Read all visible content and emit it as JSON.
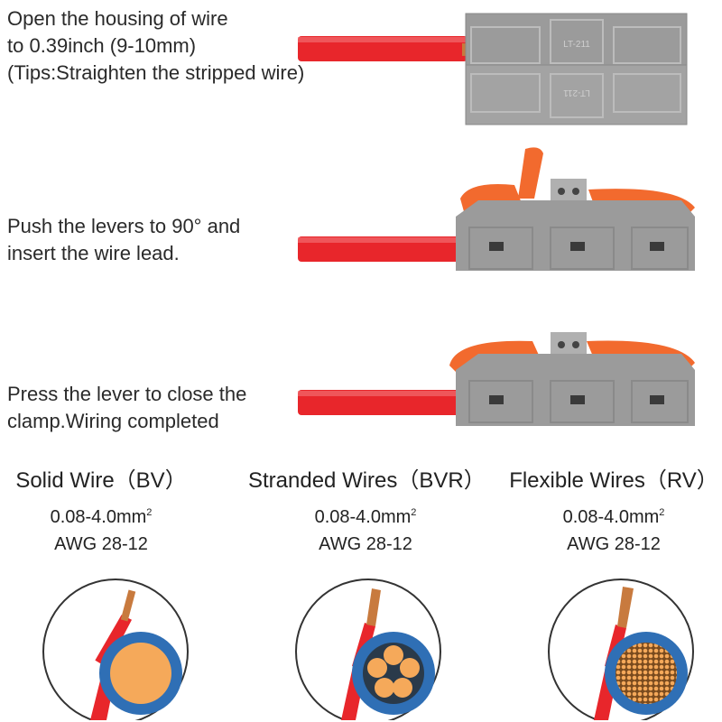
{
  "steps": [
    {
      "lines": [
        "Open the housing of wire",
        "to 0.39inch (9-10mm)",
        "(Tips:Straighten the stripped  wire)"
      ]
    },
    {
      "lines": [
        "Push the levers to 90° and",
        "insert the wire lead."
      ]
    },
    {
      "lines": [
        "Press the lever to close the",
        "clamp.Wiring completed"
      ]
    }
  ],
  "connector_model": "LT-211",
  "wires": [
    {
      "name": "Solid Wire",
      "code": "BV",
      "range": "0.08-4.0mm",
      "exp": "2",
      "awg": "AWG 28-12",
      "core": "solid"
    },
    {
      "name": "Stranded Wires",
      "code": "BVR",
      "range": "0.08-4.0mm",
      "exp": "2",
      "awg": "AWG 28-12",
      "core": "stranded"
    },
    {
      "name": "Flexible Wires",
      "code": "RV",
      "range": "0.08-4.0mm",
      "exp": "2",
      "awg": "AWG 28-12",
      "core": "flexible"
    }
  ],
  "colors": {
    "wire_red": "#e8262b",
    "housing_gray": "#9b9b9b",
    "lever_orange": "#f26a2e",
    "core_orange": "#f5a95a",
    "insulation_blue": "#2f6fb5",
    "copper": "#c87a3e"
  }
}
